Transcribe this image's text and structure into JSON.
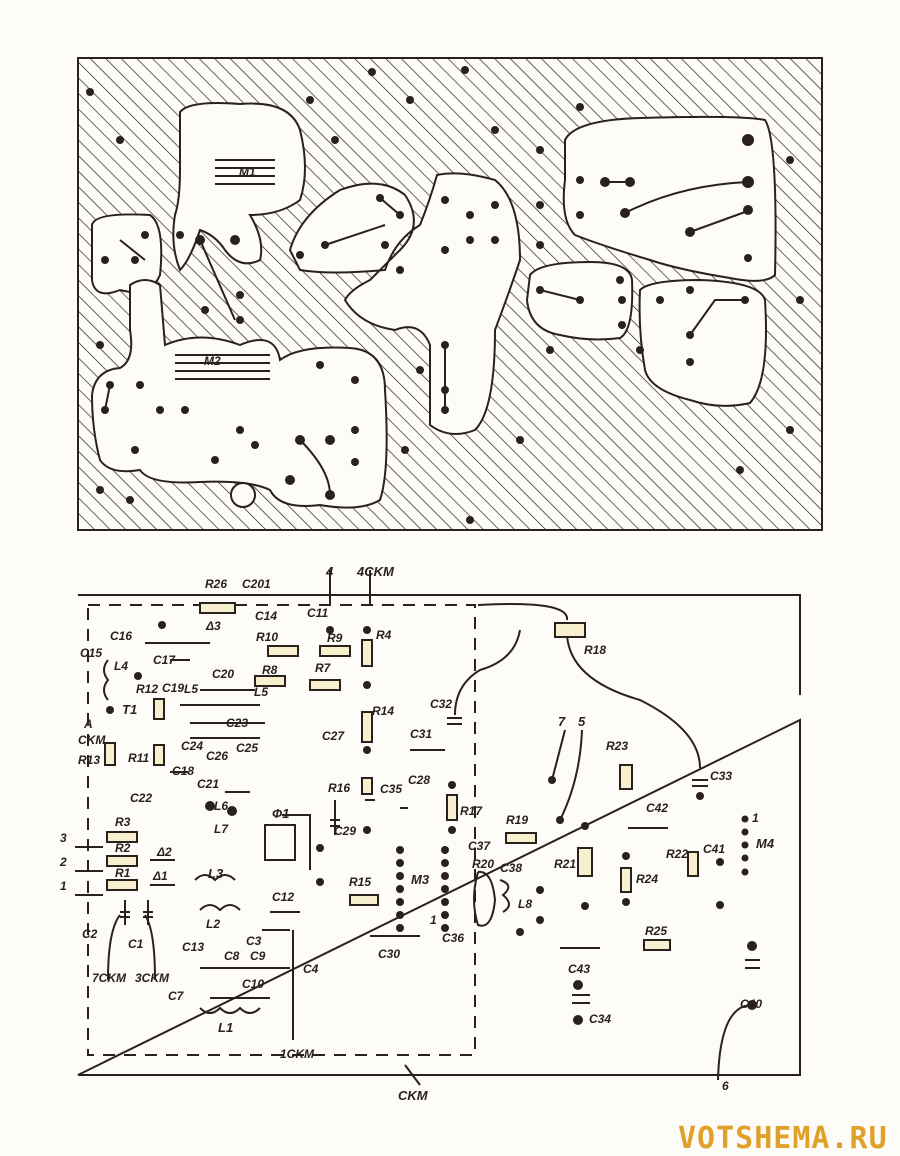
{
  "top_board": {
    "labels": {
      "m1": "M1",
      "m2": "M2"
    }
  },
  "bottom_board": {
    "labels": {
      "R26": "R26",
      "C201": "C201",
      "pin4": "4",
      "ckm4": "4CKM",
      "C14": "C14",
      "C11": "C11",
      "R10": "R10",
      "R9": "R9",
      "R4": "R4",
      "C16": "C16",
      "C15": "C15",
      "L4": "L4",
      "C17": "C17",
      "C20": "C20",
      "R8": "R8",
      "R7": "R7",
      "R12": "R12",
      "C19": "C19",
      "L5a": "L5",
      "L5b": "L5",
      "T1": "T1",
      "C23": "C23",
      "R14": "R14",
      "C32": "C32",
      "A": "A",
      "ckmA": "CKM",
      "C24": "C24",
      "C26": "C26",
      "C25": "C25",
      "C27": "C27",
      "C31": "C31",
      "R13": "R13",
      "R11": "R11",
      "C18": "C18",
      "R16": "R16",
      "C28": "C28",
      "C35": "C35",
      "C22": "C22",
      "C21": "C21",
      "L6": "L6",
      "F1": "Ф1",
      "R17": "R17",
      "L7": "L7",
      "C29": "C29",
      "R3": "R3",
      "pin3": "3",
      "pin2": "2",
      "pin1": "1",
      "R2": "R2",
      "D2": "Δ2",
      "R1": "R1",
      "D1": "Δ1",
      "L3": "L3",
      "M3": "M3",
      "C37": "C37",
      "R20": "R20",
      "C38": "C38",
      "L8": "L8",
      "R15": "R15",
      "C12": "C12",
      "C2": "C2",
      "C1": "C1",
      "L2": "L2",
      "C3": "C3",
      "C13": "C13",
      "C8": "C8",
      "C9": "C9",
      "C4": "C4",
      "C10": "C10",
      "C7": "C7",
      "ckm7": "7CKM",
      "ckm3": "3CKM",
      "L1": "L1",
      "ckm1": "1CKM",
      "C30": "C30",
      "C36": "C36",
      "m3pin1": "1",
      "ckm": "CKM",
      "D3": "Δ3",
      "R18": "R18",
      "pin7": "7",
      "pin5": "5",
      "R23": "R23",
      "C33": "C33",
      "C42": "C42",
      "R19": "R19",
      "m4pin1": "1",
      "M4": "M4",
      "R22": "R22",
      "C41": "C41",
      "R21": "R21",
      "R24": "R24",
      "R25": "R25",
      "C43": "C43",
      "C34": "C34",
      "C40": "C40",
      "pin6": "6"
    }
  },
  "watermark": "VOTSHEMA.RU",
  "colors": {
    "ink": "#2a211c",
    "watermark": "#e0a12a",
    "resistor_fill": "#f7f0cf"
  }
}
